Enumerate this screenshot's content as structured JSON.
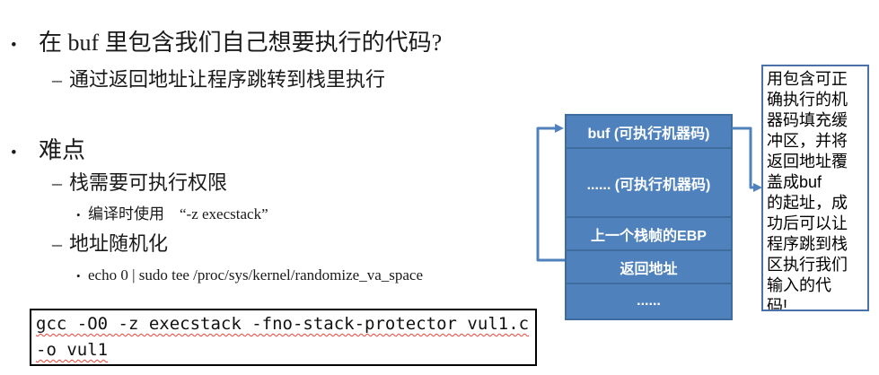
{
  "slide": {
    "markers": {
      "level1": "•",
      "level2": "–",
      "level3": "•"
    },
    "bullets": {
      "b1": "在 buf 里包含我们自己想要执行的代码?",
      "b1_sub": "通过返回地址让程序跳转到栈里执行",
      "b2": "难点",
      "b2_sub1": "栈需要可执行权限",
      "b2_sub1_detail": "编译时使用　“-z execstack”",
      "b2_sub2": "地址随机化",
      "b2_sub2_detail": "echo 0 | sudo tee /proc/sys/kernel/randomize_va_space"
    }
  },
  "code_box": {
    "lines": [
      "gcc -O0 -z execstack -fno-stack-protector vul1.c",
      "-o vul1"
    ],
    "squiggle_color": "#ef4135",
    "border_color": "#000000"
  },
  "stack": {
    "rows": [
      {
        "label": "buf (可执行机器码)"
      },
      {
        "label": "...... (可执行机器码)"
      },
      {
        "label": "上一个栈帧的EBP"
      },
      {
        "label": "返回地址"
      },
      {
        "label": "......"
      }
    ],
    "fill_color": "#4f81bd",
    "border_color": "#3e6c9e",
    "text_color": "#ffffff"
  },
  "callout": {
    "text": "用包含可正\n确执行的机\n器码填充缓\n冲区，并将\n返回地址覆\n盖成buf\n的起址，成\n功后可以让\n程序跳到栈\n区执行我们\n输入的代\n码!",
    "border_color": "#4a72a8"
  },
  "arrows": {
    "color": "#4f81bd"
  }
}
